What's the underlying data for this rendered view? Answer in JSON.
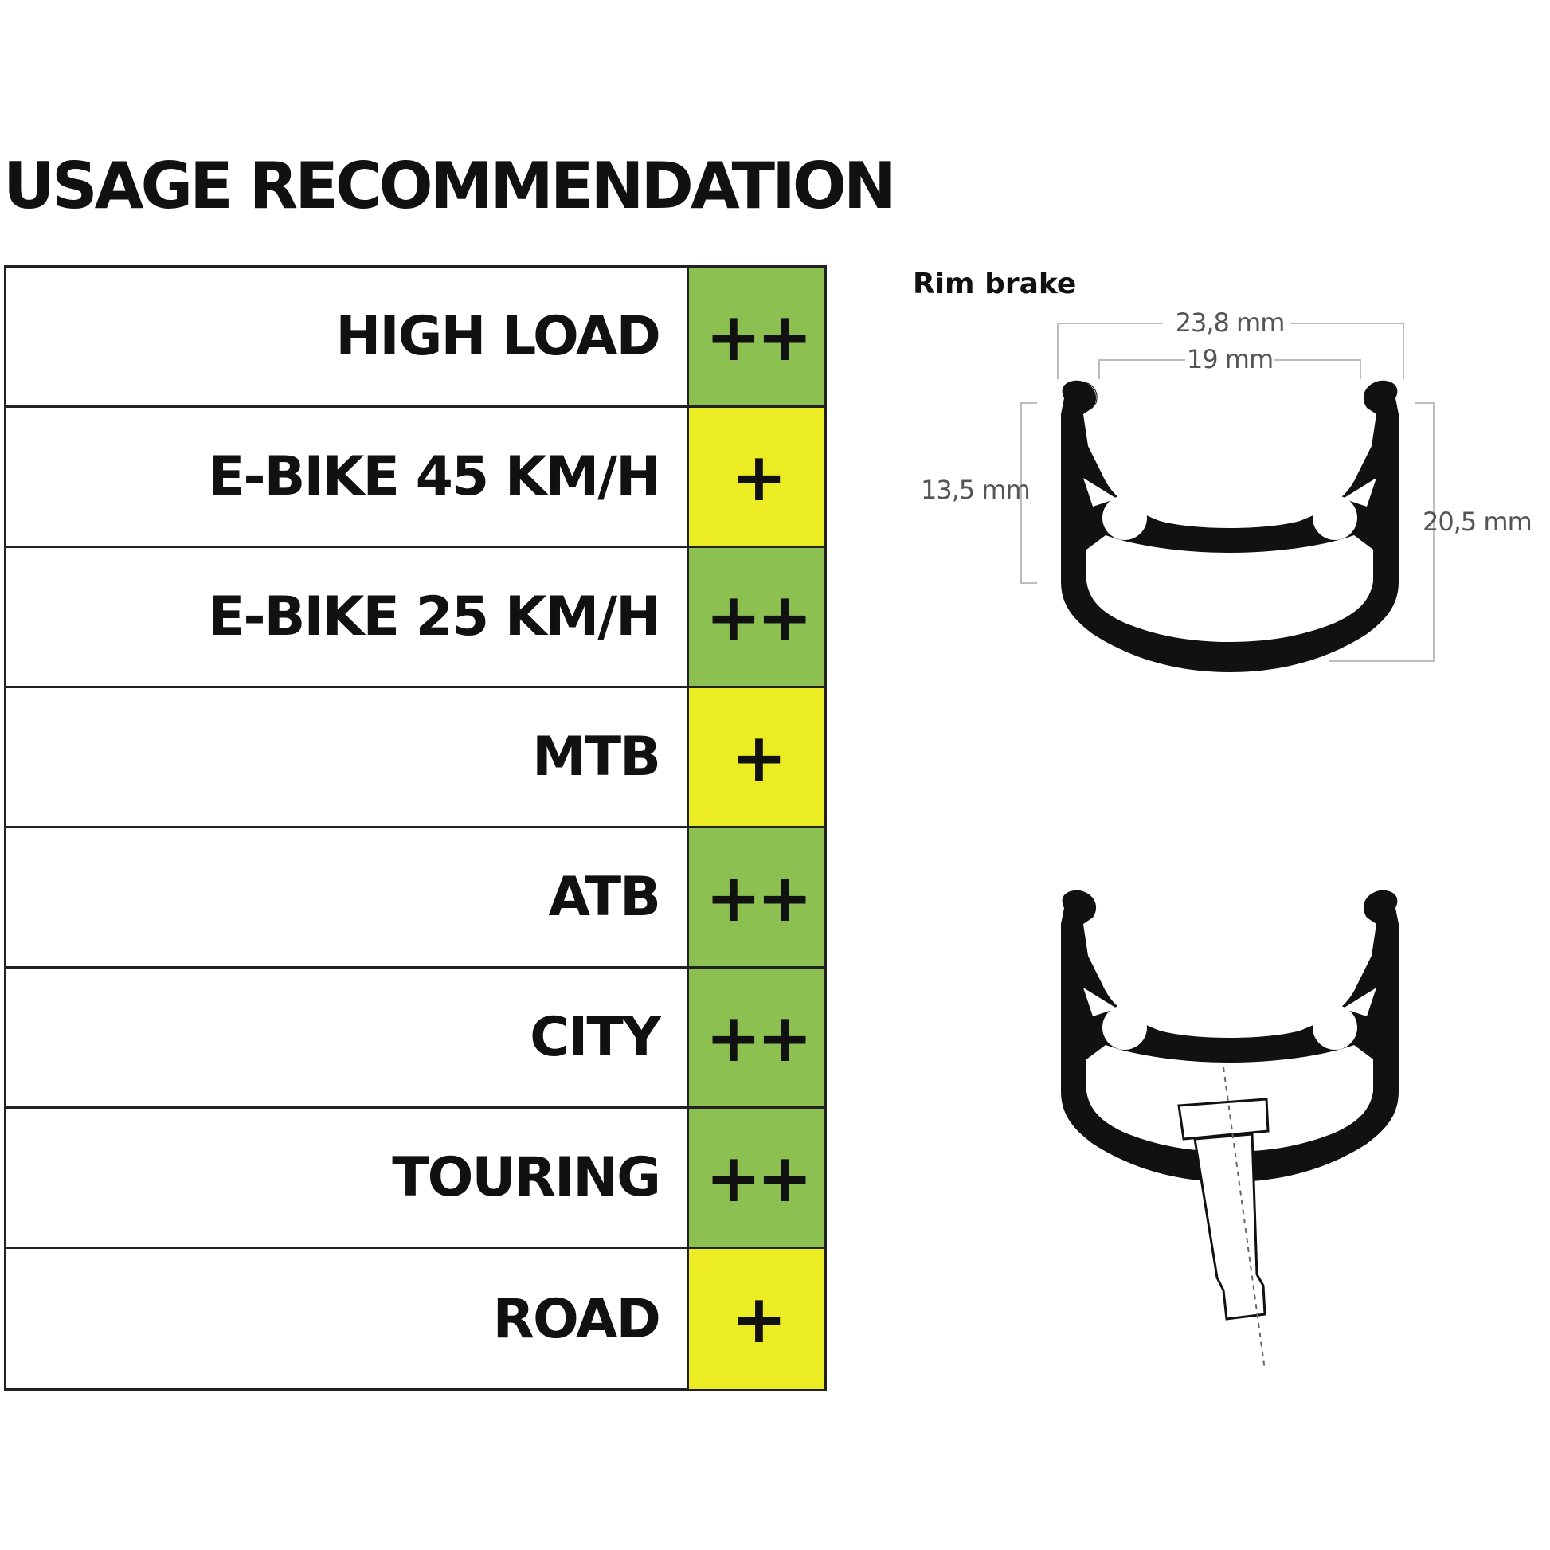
{
  "title": "USAGE RECOMMENDATION",
  "colors": {
    "green": "#8cc151",
    "yellow": "#ecec25",
    "border": "#222222"
  },
  "rows": [
    {
      "label": "HIGH LOAD",
      "rating": "++",
      "color": "green"
    },
    {
      "label": "E-BIKE 45 KM/H",
      "rating": "+",
      "color": "yellow"
    },
    {
      "label": "E-BIKE 25 KM/H",
      "rating": "++",
      "color": "green"
    },
    {
      "label": "MTB",
      "rating": "+",
      "color": "yellow"
    },
    {
      "label": "ATB",
      "rating": "++",
      "color": "green"
    },
    {
      "label": "CITY",
      "rating": "++",
      "color": "green"
    },
    {
      "label": "TOURING",
      "rating": "++",
      "color": "green"
    },
    {
      "label": "ROAD",
      "rating": "+",
      "color": "yellow"
    }
  ],
  "rim": {
    "label": "Rim brake",
    "outer_width": "23,8 mm",
    "inner_width": "19 mm",
    "inner_height": "13,5 mm",
    "outer_height": "20,5 mm"
  }
}
